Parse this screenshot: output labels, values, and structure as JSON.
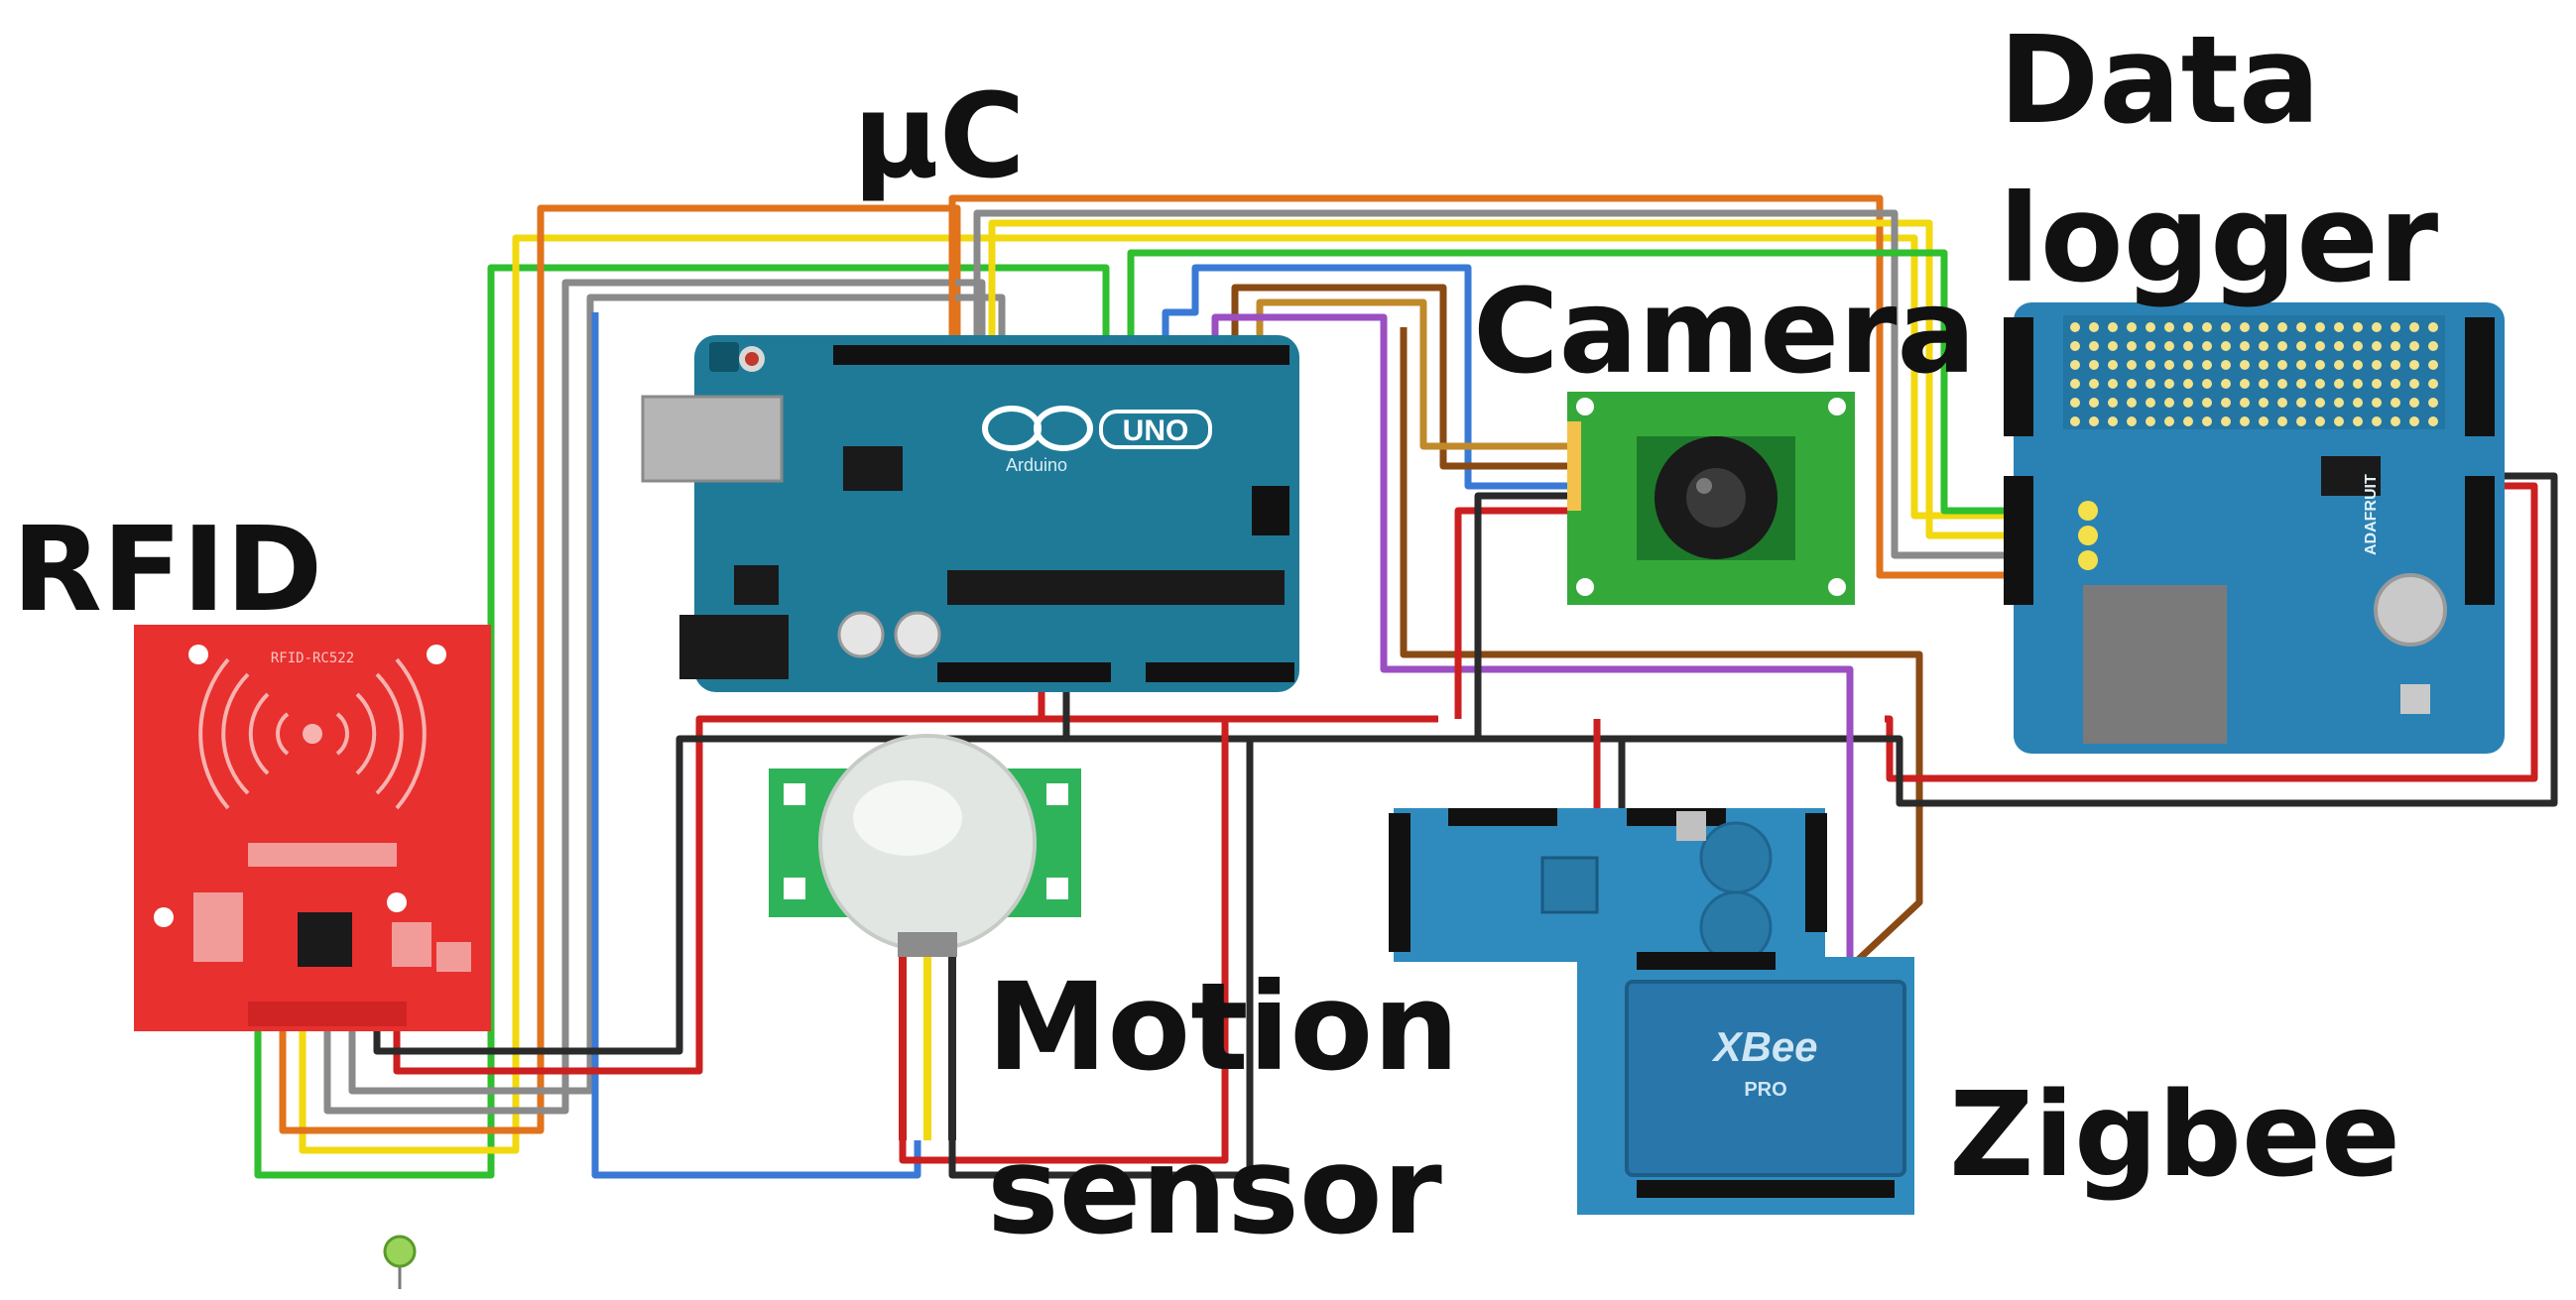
{
  "labels": {
    "uc": "μC",
    "data_logger_line1": "Data",
    "data_logger_line2": "logger",
    "camera": "Camera",
    "rfid": "RFID",
    "motion_line1": "Motion",
    "motion_line2": "sensor",
    "zigbee": "Zigbee"
  },
  "board_text": {
    "arduino_model": "UNO",
    "arduino_brand": "Arduino",
    "rfid_model": "RFID-RC522",
    "logger_brand": "ADAFRUIT",
    "zigbee_module": "XBee",
    "zigbee_pro": "PRO"
  },
  "colors": {
    "arduino": "#1f7a98",
    "rfid": "#e8302e",
    "camera": "#34a93a",
    "logger": "#2a82b4",
    "zigbee": "#2f8bbd",
    "wire_red": "#cc1f1f",
    "wire_black": "#2a2a2a",
    "wire_orange": "#e0731c",
    "wire_yellow": "#f2d80f",
    "wire_gray": "#8a8a8a",
    "wire_green": "#2fbf2f",
    "wire_blue": "#3a7ad6",
    "wire_brown": "#8a4a14",
    "wire_purple": "#9b4fc2"
  }
}
